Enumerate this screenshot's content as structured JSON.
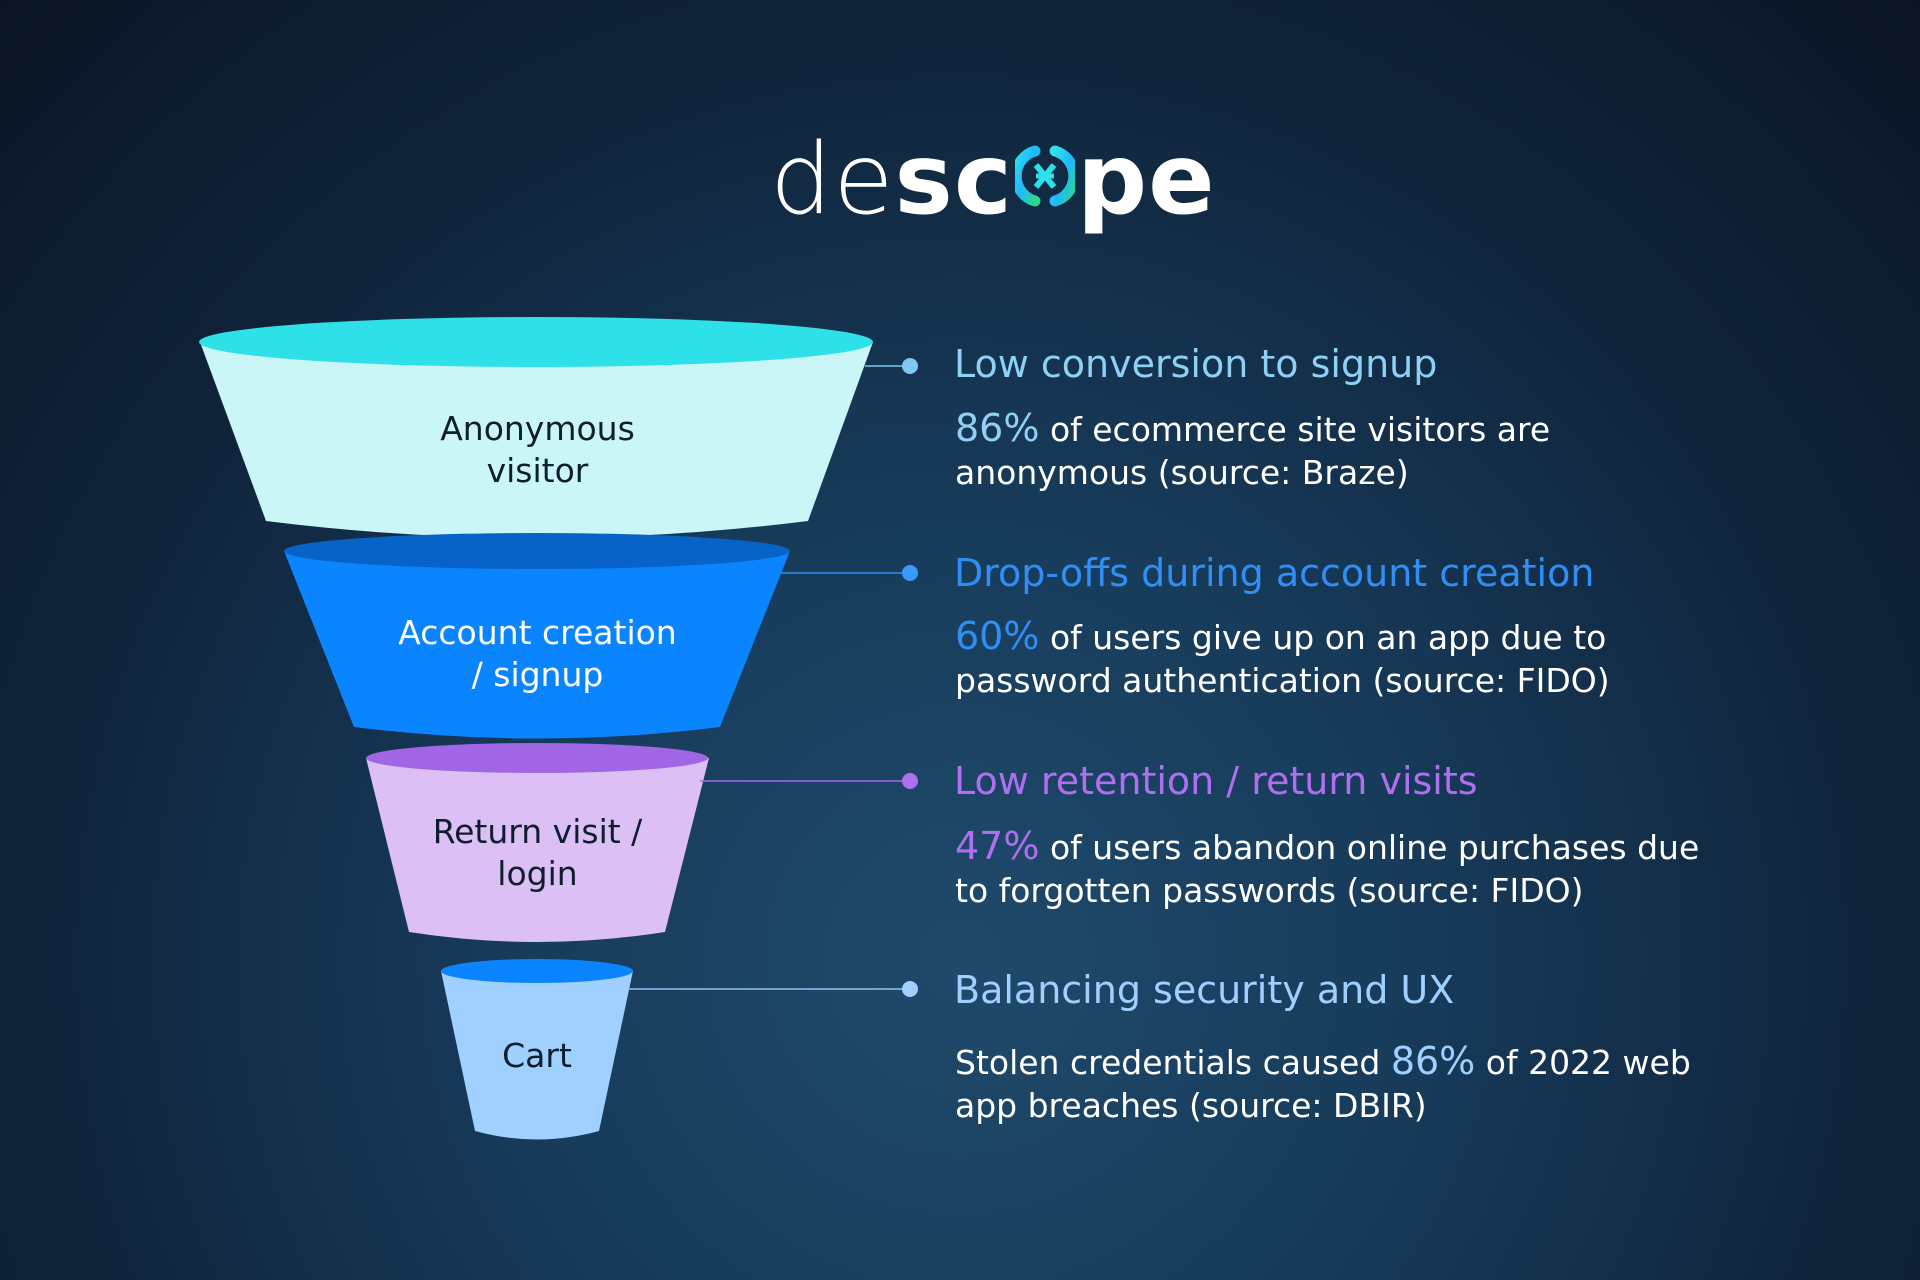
{
  "logo": {
    "prefix": "de",
    "bold_left": "sc",
    "mark_icon": "descope-o-icon",
    "bold_right": "pe"
  },
  "colors": {
    "cyan": "#2ee0e8",
    "pale_cyan": "#cbf6f8",
    "blue": "#0a85ff",
    "purple": "#b06ef0",
    "lavender": "#dcc0f5",
    "light_blue": "#9fd0ff",
    "white": "#ffffff"
  },
  "funnel": [
    {
      "label_line1": "Anonymous",
      "label_line2": "visitor"
    },
    {
      "label_line1": "Account creation",
      "label_line2": "/ signup"
    },
    {
      "label_line1": "Return visit /",
      "label_line2": "login"
    },
    {
      "label_line1": "Cart",
      "label_line2": ""
    }
  ],
  "stats": [
    {
      "title": "Low conversion to signup",
      "pct": "86%",
      "desc_after": " of ecommerce site visitors are anonymous (source: Braze)"
    },
    {
      "title": "Drop-offs during account creation",
      "pct": "60%",
      "desc_after": " of users give up on an app due to password authentication (source: FIDO)"
    },
    {
      "title": "Low retention / return visits",
      "pct": "47%",
      "desc_after": " of users abandon online purchases due to forgotten passwords (source: FIDO)"
    },
    {
      "title": "Balancing security and UX",
      "desc_before": "Stolen credentials caused ",
      "pct": "86%",
      "desc_after": " of 2022 web app breaches (source: DBIR)"
    }
  ]
}
